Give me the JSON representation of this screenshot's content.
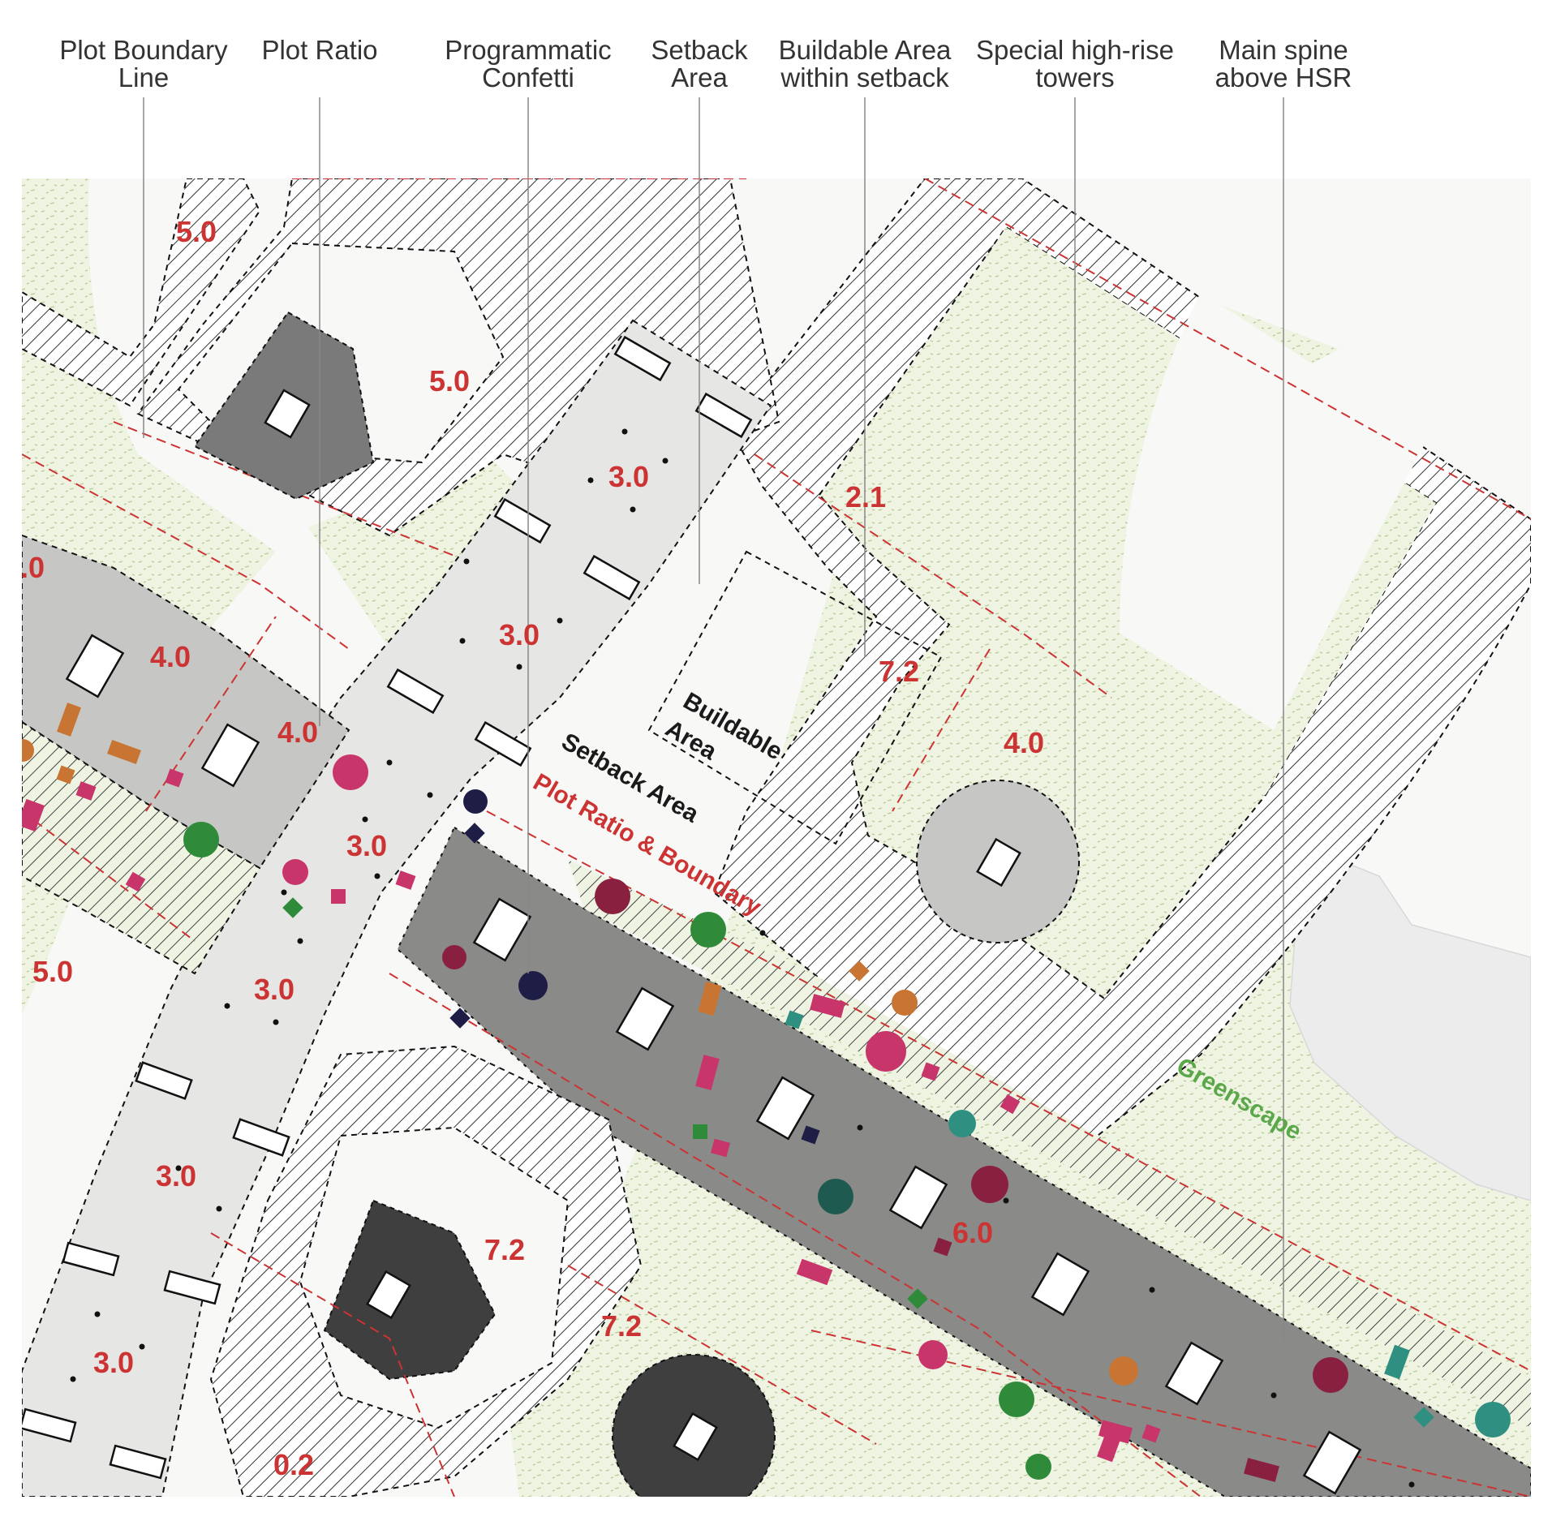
{
  "callouts": [
    {
      "line1": "Plot Boundary",
      "line2": "Line"
    },
    {
      "line1": "Plot Ratio",
      "line2": ""
    },
    {
      "line1": "Programmatic",
      "line2": "Confetti"
    },
    {
      "line1": "Setback",
      "line2": "Area"
    },
    {
      "line1": "Buildable Area",
      "line2": "within setback"
    },
    {
      "line1": "Special high-rise",
      "line2": "towers"
    },
    {
      "line1": "Main spine",
      "line2": "above HSR"
    }
  ],
  "plot_ratios": [
    "5.0",
    "5.0",
    "3.0",
    "3.0",
    "2.1",
    "7.2",
    ".0",
    "4.0",
    "4.0",
    "4.0",
    "3.0",
    "5.0",
    "3.0",
    "3.0",
    "7.2",
    "6.0",
    "7.2",
    "3.0",
    "0.2"
  ],
  "map_labels": {
    "buildable_line1": "Buildable",
    "buildable_line2": "Area",
    "setback": "Setback Area",
    "plot_ratio_boundary": "Plot Ratio & Boundary",
    "greenscape": "Greenscape"
  },
  "colors": {
    "plot_ratio_red": "#cc3333",
    "greenscape": "#5aa84a",
    "spine_dark": "#8a8a88",
    "street_light": "#e4e4e2",
    "plot_grey": "#c6c6c4",
    "tower_dark": "#454545",
    "green_bg": "#eef3e2",
    "confetti_magenta": "#c8356b",
    "confetti_green": "#2f8a3a",
    "confetti_navy": "#1d1d45",
    "confetti_orange": "#c87533",
    "confetti_teal": "#2f8f80",
    "confetti_maroon": "#8a2040"
  }
}
